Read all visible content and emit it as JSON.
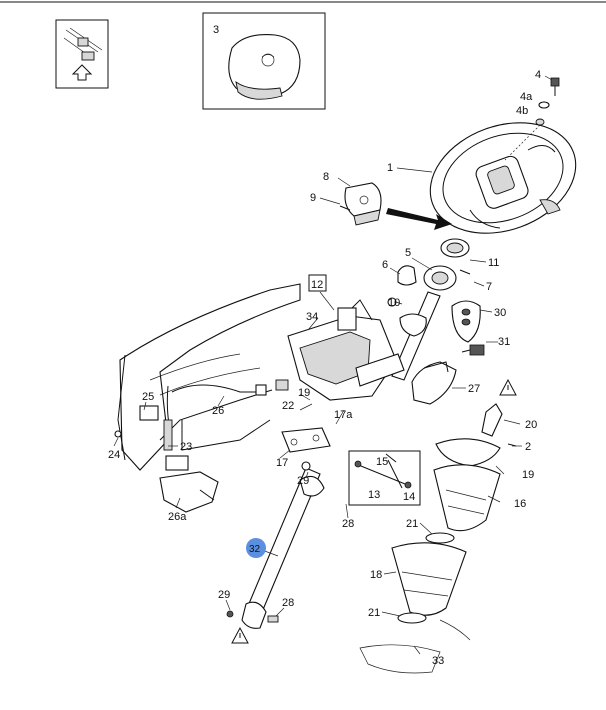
{
  "diagram": {
    "callouts": [
      {
        "id": "c1",
        "text": "1"
      },
      {
        "id": "c2",
        "text": "2"
      },
      {
        "id": "c3",
        "text": "3"
      },
      {
        "id": "c4",
        "text": "4"
      },
      {
        "id": "c4a",
        "text": "4a"
      },
      {
        "id": "c4b",
        "text": "4b"
      },
      {
        "id": "c5",
        "text": "5"
      },
      {
        "id": "c6",
        "text": "6"
      },
      {
        "id": "c7",
        "text": "7"
      },
      {
        "id": "c8",
        "text": "8"
      },
      {
        "id": "c9",
        "text": "9"
      },
      {
        "id": "c10",
        "text": "10"
      },
      {
        "id": "c11",
        "text": "11"
      },
      {
        "id": "c12",
        "text": "12"
      },
      {
        "id": "c13",
        "text": "13"
      },
      {
        "id": "c14",
        "text": "14"
      },
      {
        "id": "c15",
        "text": "15"
      },
      {
        "id": "c16",
        "text": "16"
      },
      {
        "id": "c17",
        "text": "17"
      },
      {
        "id": "c17a",
        "text": "17a"
      },
      {
        "id": "c18",
        "text": "18"
      },
      {
        "id": "c19a",
        "text": "19"
      },
      {
        "id": "c19b",
        "text": "19"
      },
      {
        "id": "c20",
        "text": "20"
      },
      {
        "id": "c21a",
        "text": "21"
      },
      {
        "id": "c21b",
        "text": "21"
      },
      {
        "id": "c22",
        "text": "22"
      },
      {
        "id": "c23",
        "text": "23"
      },
      {
        "id": "c24",
        "text": "24"
      },
      {
        "id": "c25",
        "text": "25"
      },
      {
        "id": "c26",
        "text": "26"
      },
      {
        "id": "c26a",
        "text": "26a"
      },
      {
        "id": "c27",
        "text": "27"
      },
      {
        "id": "c28a",
        "text": "28"
      },
      {
        "id": "c28b",
        "text": "28"
      },
      {
        "id": "c29a",
        "text": "29"
      },
      {
        "id": "c29b",
        "text": "29"
      },
      {
        "id": "c30",
        "text": "30"
      },
      {
        "id": "c31",
        "text": "31"
      },
      {
        "id": "c32",
        "text": "32"
      },
      {
        "id": "c33",
        "text": "33"
      },
      {
        "id": "c34",
        "text": "34"
      }
    ],
    "highlight_color": "#5b8fe0",
    "highlighted_callout": "32",
    "icons": [
      "orientation-arrow-icon",
      "warning-triangle-icon"
    ]
  }
}
